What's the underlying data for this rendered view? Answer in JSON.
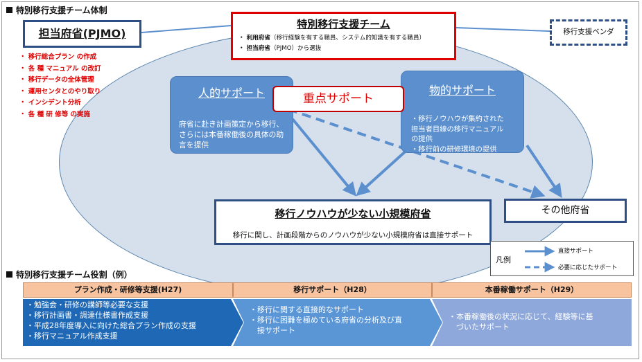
{
  "top_section": {
    "title": "特別移行支援チーム体制"
  },
  "pmo": {
    "title": "担当府省(PJMO)",
    "tasks": [
      "・ 移行総合プラン の作成",
      "・ 各 種 マニュアル の改訂",
      "・ 移行データの全体管理",
      "・ 運用センタとのやり取り",
      "・ インシデント分析",
      "・ 各 種 研 修等 の実施"
    ]
  },
  "team": {
    "title": "特別移行支援チーム",
    "line1_bold": "・ 利用府省",
    "line1_rest": "（移行経験を有する職員、システム的知識を有する職員）",
    "line2_bold": "・ 担当府省",
    "line2_rest": "（PJMO）から選抜"
  },
  "vendor": {
    "label": "移行支援ベンダ"
  },
  "human_support": {
    "title": "人的サポート",
    "desc": "府省に赴き計画策定から移行、さらには本番稼働後の具体の助言を提供"
  },
  "focus_support": {
    "label": "重点サポート"
  },
  "material_support": {
    "title": "物的サポート",
    "desc_lines": [
      "・移行ノウハウが集約された",
      "担当者目線の移行マニュアル",
      "の提供",
      "・移行前の研修環境の提供"
    ]
  },
  "small_ministry": {
    "title": "移行ノウハウが少ない小規模府省",
    "desc": "移行に関し、計画段階からのノウハウが少ない小規模府省は直接サポート"
  },
  "other_ministry": {
    "label": "その他府省"
  },
  "legend": {
    "title": "凡例",
    "direct": "直接サポート",
    "as_needed": "必要に応じたサポート"
  },
  "colors": {
    "ellipse_fill": "#d5e0ec",
    "navy_border": "#2e4f86",
    "red_accent": "#e00000",
    "blue_box": "#5b8fce",
    "arrow_blue": "#5b8fce",
    "role_header": "#f8c4a0",
    "col1": "#1f68b6",
    "col2": "#5a95d6",
    "col3": "#8ea8dc"
  },
  "roles": {
    "title": "特別移行支援チーム役割（例）",
    "columns": [
      {
        "header": "プラン作成・研修等支援(H27)",
        "items": [
          "・勉強会・研修の講師等必要な支援",
          "・移行計画書・調達仕様書作成支援",
          "・平成28年度導入に向けた総合プラン作成の支援",
          "・移行マニュアル作成支援"
        ]
      },
      {
        "header": "移行サポート（H28）",
        "items": [
          "・移行に関する直接的なサポート",
          "・移行に困難を極めている府省の分析及び直",
          "　接サポート"
        ]
      },
      {
        "header": "本番稼働サポート（H29）",
        "items": [
          "・本番稼働後の状況に応じて、経験等に基",
          "　づいたサポート"
        ]
      }
    ]
  }
}
